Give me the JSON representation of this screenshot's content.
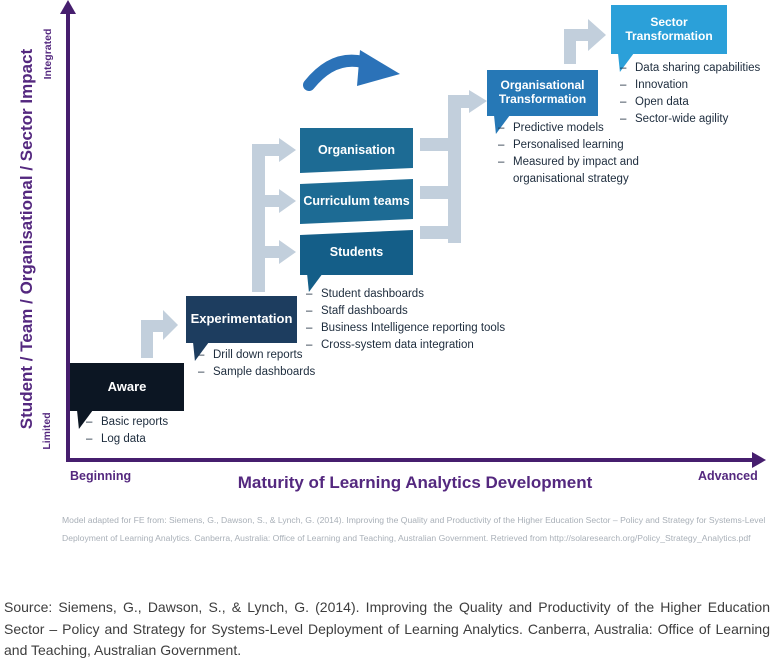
{
  "colors": {
    "purple": "#461e6e",
    "purple-text": "#54287f",
    "aware": "#0c1623",
    "experimentation": "#1d3d5f",
    "stack": "#1d6b94",
    "stack-dark": "#145e88",
    "org": "#2678b6",
    "sector": "#2ba0d9",
    "connector": "#c2cfdc",
    "arrow-blue": "#2b72b8",
    "ink": "#1d2c3d",
    "caption": "#a9b0b8",
    "source": "#3d3d3d"
  },
  "diagram": {
    "y_axis": {
      "title": "Student / Team / Organisational / Sector Impact",
      "top_label": "Integrated",
      "bottom_label": "Limited"
    },
    "x_axis": {
      "left_label": "Beginning",
      "title": "Maturity of Learning Analytics Development",
      "right_label": "Advanced"
    },
    "stages": [
      {
        "title": "Aware",
        "bullets": [
          "Basic reports",
          "Log data"
        ]
      },
      {
        "title": "Experimentation",
        "bullets": [
          "Drill down reports",
          "Sample dashboards"
        ]
      },
      {
        "levels": [
          "Organisation",
          "Curriculum teams",
          "Students"
        ],
        "bullets": [
          "Student dashboards",
          "Staff dashboards",
          "Business Intelligence reporting tools",
          "Cross-system data integration"
        ]
      },
      {
        "title": "Organisational Transformation",
        "bullets": [
          "Predictive models",
          "Personalised learning",
          "Measured by impact and organisational strategy"
        ]
      },
      {
        "title": "Sector Transformation",
        "bullets": [
          "Data sharing capabilities",
          "Innovation",
          "Open data",
          "Sector-wide agility"
        ]
      }
    ],
    "caption": {
      "line1": "Model adapted for FE from: Siemens, G., Dawson, S., & Lynch, G. (2014). Improving the Quality and Productivity of the Higher Education Sector – Policy and Strategy for Systems-Level",
      "line2": "Deployment of Learning Analytics. Canberra, Australia: Office of Learning and Teaching, Australian Government. Retrieved from http://solaresearch.org/Policy_Strategy_Analytics.pdf"
    }
  },
  "source_text": "Source: Siemens, G., Dawson, S., & Lynch, G. (2014). Improving the Quality and Productivity of the Higher Education Sector – Policy and Strategy for Systems-Level Deployment of Learning Analytics. Canberra, Australia: Office of Learning and Teaching, Australian Government."
}
